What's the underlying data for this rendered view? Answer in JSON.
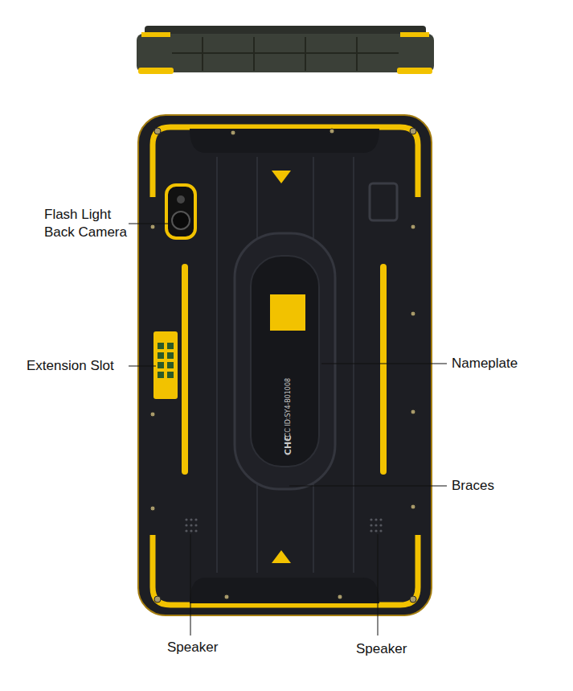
{
  "diagram": {
    "labels": [
      "Flash Light",
      "Back Camera",
      "Extension Slot",
      "Nameplate",
      "Braces",
      "Speaker",
      "Speaker",
      "CHC",
      "FCC ID:SY4-B01008"
    ]
  }
}
